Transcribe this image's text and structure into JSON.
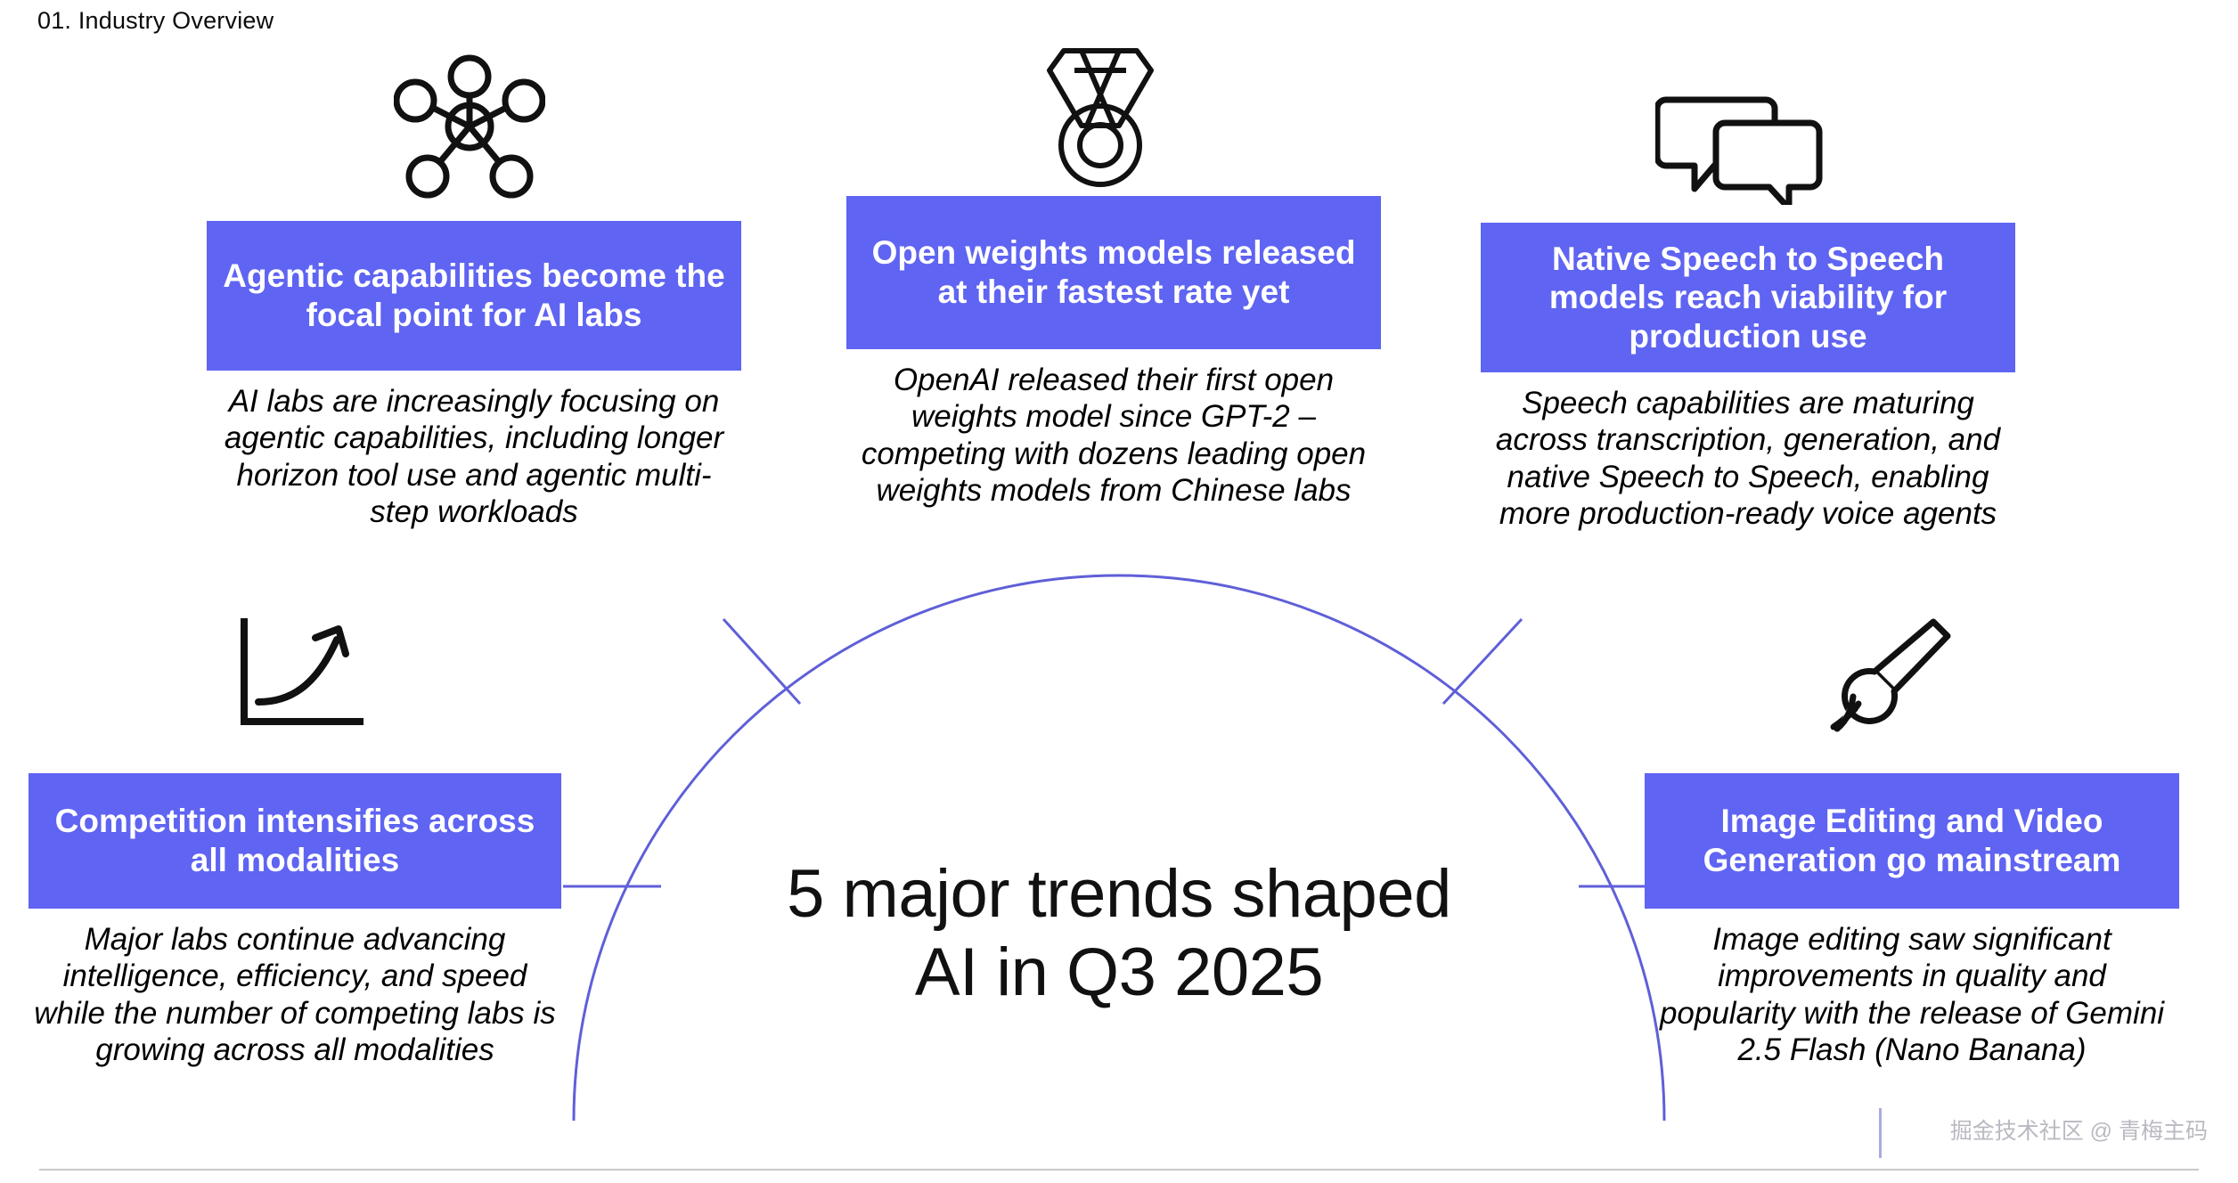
{
  "header": {
    "label": "01. Industry Overview"
  },
  "center": {
    "title_line1": "5 major trends shaped",
    "title_line2": "AI in Q3 2025"
  },
  "colors": {
    "accent": "#5F64F2",
    "arc": "#5F5FD8",
    "box_text": "#FFFFFF",
    "body_text": "#000000",
    "watermark": "#B9B9C2",
    "background": "#FFFFFF"
  },
  "trends": [
    {
      "id": "agentic",
      "icon": "network-hub-icon",
      "title": "Agentic capabilities become the focal point for AI labs",
      "body": "AI labs are increasingly focusing on agentic capabilities, including longer horizon tool use and agentic multi-step workloads"
    },
    {
      "id": "openweights",
      "icon": "medal-icon",
      "title": "Open weights models released at their fastest rate yet",
      "body": "OpenAI released their first open weights model since GPT-2 – competing with dozens leading open weights models from Chinese labs"
    },
    {
      "id": "speech",
      "icon": "speech-bubbles-icon",
      "title": "Native Speech to Speech models reach viability for production use",
      "body": "Speech capabilities are maturing across transcription, generation, and native Speech to Speech, enabling more production-ready voice agents"
    },
    {
      "id": "competition",
      "icon": "growth-chart-icon",
      "title": "Competition intensifies across all modalities",
      "body": "Major labs continue advancing intelligence, efficiency, and speed while the number of competing labs is growing across all modalities"
    },
    {
      "id": "image",
      "icon": "paintbrush-icon",
      "title": "Image Editing and Video Generation go mainstream",
      "body": "Image editing saw significant improvements in quality and popularity with the release of Gemini 2.5 Flash (Nano Banana)"
    }
  ],
  "watermark": {
    "text": "掘金技术社区 @ 青梅主码"
  }
}
